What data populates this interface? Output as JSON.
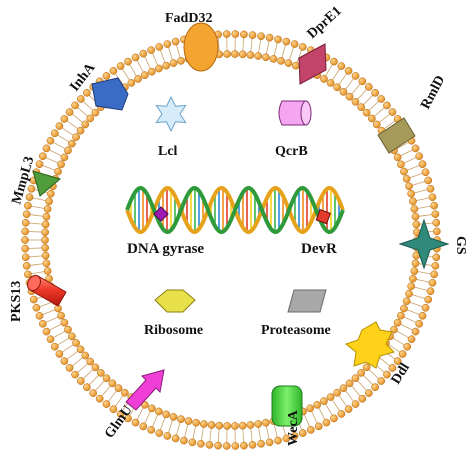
{
  "membrane_targets": [
    {
      "id": "fadd32",
      "label": "FadD32",
      "color": "#f4a431"
    },
    {
      "id": "dpre1",
      "label": "DprE1",
      "color": "#c2446a"
    },
    {
      "id": "rmlD",
      "label": "RmlD",
      "color": "#a59a5a"
    },
    {
      "id": "gs",
      "label": "GS",
      "color": "#2f8a7a"
    },
    {
      "id": "ddl",
      "label": "Ddl",
      "color": "#ffd21a"
    },
    {
      "id": "weca",
      "label": "WecA",
      "color": "#3ed03a"
    },
    {
      "id": "glmu",
      "label": "GlmU",
      "color": "#ef3fd6"
    },
    {
      "id": "pks13",
      "label": "PKS13",
      "color": "#ee3a2a"
    },
    {
      "id": "mmpl3",
      "label": "MmpL3",
      "color": "#4f9d3a"
    },
    {
      "id": "inha",
      "label": "InhA",
      "color": "#3a6cc6"
    }
  ],
  "inner_targets": [
    {
      "id": "lcl",
      "label": "Lcl",
      "color": "#d6ecfa"
    },
    {
      "id": "qcrb",
      "label": "QcrB",
      "color": "#f5a6f0"
    },
    {
      "id": "dna_gyrase",
      "label": "DNA gyrase",
      "color": "#9c1bb0"
    },
    {
      "id": "devr",
      "label": "DevR",
      "color": "#e43a2b"
    },
    {
      "id": "ribosome",
      "label": "Ribosome",
      "color": "#e8e04a"
    },
    {
      "id": "proteasome",
      "label": "Proteasome",
      "color": "#a8a8a8"
    }
  ],
  "membrane_color": "#f3a83c"
}
